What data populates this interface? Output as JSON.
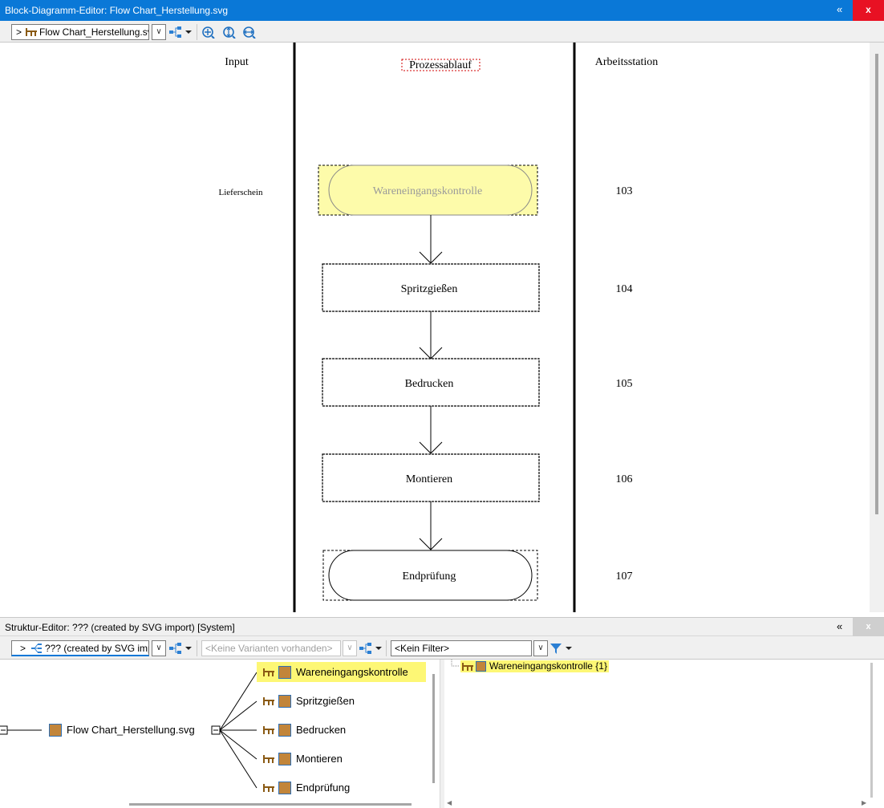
{
  "block_editor": {
    "title": "Block-Diagramm-Editor: Flow Chart_Herstellung.svg",
    "collapse_glyph": "«",
    "close_glyph": "x",
    "nav_prefix": ">",
    "combo_value": "Flow Chart_Herstellung.svg",
    "dropdown_glyph": "∨"
  },
  "diagram": {
    "columns": {
      "input": "Input",
      "process": "Prozessablauf",
      "station": "Arbeitsstation"
    },
    "input_label": "Lieferschein",
    "steps": [
      {
        "label": "Wareneingangskontrolle",
        "shape": "terminal",
        "station": "103",
        "selected": true
      },
      {
        "label": "Spritzgießen",
        "shape": "process",
        "station": "104"
      },
      {
        "label": "Bedrucken",
        "shape": "process",
        "station": "105"
      },
      {
        "label": "Montieren",
        "shape": "process",
        "station": "106"
      },
      {
        "label": "Endprüfung",
        "shape": "terminal",
        "station": "107"
      }
    ],
    "selected_fill": "#fdfbaa"
  },
  "structure_editor": {
    "title": "Struktur-Editor: ??? (created by SVG import) [System]",
    "collapse_glyph": "«",
    "close_glyph": "x",
    "nav_prefix": ">",
    "combo_value": "??? (created by SVG import)",
    "variants_placeholder": "<Keine Varianten vorhanden>",
    "filter_value": "<Kein Filter>",
    "dropdown_glyph": "∨"
  },
  "tree": {
    "root": "Flow Chart_Herstellung.svg",
    "children": [
      "Wareneingangskontrolle",
      "Spritzgießen",
      "Bedrucken",
      "Montieren",
      "Endprüfung"
    ],
    "highlight_color": "#fdf775"
  },
  "detail": {
    "item": "Wareneingangskontrolle {1}"
  }
}
